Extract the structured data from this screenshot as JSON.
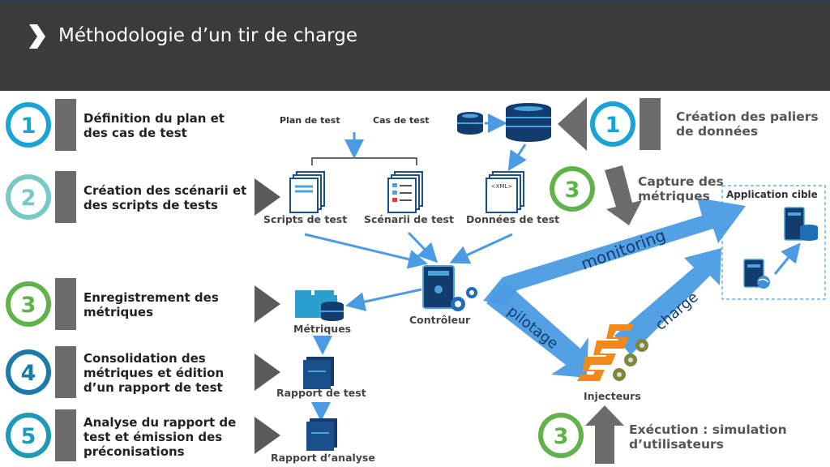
{
  "header": {
    "title": "Méthodologie d’un tir de charge"
  },
  "steps": [
    {
      "num": "1",
      "color": "#1aa3d6",
      "label": "Définition du plan et des cas de test"
    },
    {
      "num": "2",
      "color": "#79c8c9",
      "label": "Création des scénarii et des scripts de tests"
    },
    {
      "num": "3",
      "color": "#5fb34a",
      "label": "Enregistrement des métriques"
    },
    {
      "num": "4",
      "color": "#1c7aa8",
      "label": "Consolidation des métriques et édition d’un rapport de test"
    },
    {
      "num": "5",
      "color": "#1d9ab5",
      "label": "Analyse du rapport de test et émission des préconisations"
    }
  ],
  "right_steps": [
    {
      "num": "1",
      "color": "#1aa3d6",
      "label": "Création des paliers de données"
    },
    {
      "num": "3",
      "color": "#5fb34a",
      "label": "Capture des métriques"
    },
    {
      "num": "3",
      "color": "#5fb34a",
      "label": "Exécution : simulation d’utilisateurs"
    }
  ],
  "diagram": {
    "plan_de_test": "Plan de test",
    "cas_de_test": "Cas de test",
    "scripts_de_test": "Scripts de test",
    "scenarii_de_test": "Scénarii de test",
    "donnees_de_test": "Données de test",
    "xml_tag": "<XML>",
    "controleur": "Contrôleur",
    "metriques": "Métriques",
    "rapport_de_test": "Rapport de test",
    "rapport_analyse": "Rapport d’analyse",
    "injecteurs": "Injecteurs",
    "application_cible": "Application cible",
    "arrow_monitoring": "monitoring",
    "arrow_pilotage": "pilotage",
    "arrow_charge": "charge"
  },
  "colors": {
    "header_bg": "#3b3b3c",
    "arrow_blue": "#4a9be3",
    "dark_gray": "#5a5a5a",
    "doc_blue": "#1a4f8a"
  }
}
